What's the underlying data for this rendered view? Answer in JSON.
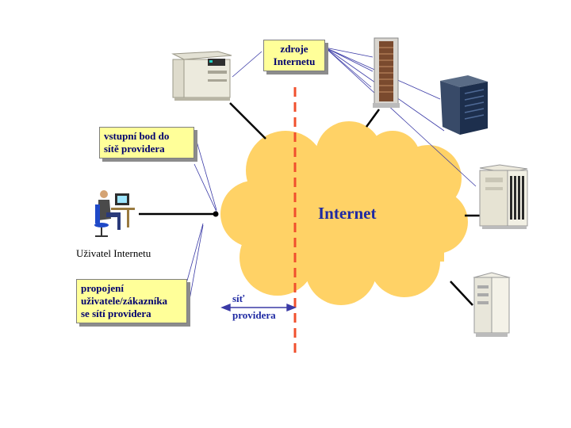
{
  "labels": {
    "sources": [
      "zdroje",
      "Internetu"
    ],
    "entry_point": [
      "vstupní bod do",
      "sítě providera"
    ],
    "user": "Uživatel Internetu",
    "connection": [
      "propojení",
      "uživatele/zákazníka",
      "se sítí providera"
    ],
    "provider_net": [
      "síť",
      "providera"
    ],
    "internet": "Internet"
  },
  "colors": {
    "cloud": "#ffd266",
    "callout_bg": "#ffff99",
    "boundary": "#f0502d",
    "label_blue": "#1f2aa3",
    "connector": "#000000",
    "pointer": "#3a3aa6"
  },
  "icons": [
    "desktop-pc-icon",
    "rack-server-icon",
    "tower-server-icon",
    "user-workstation-icon"
  ]
}
